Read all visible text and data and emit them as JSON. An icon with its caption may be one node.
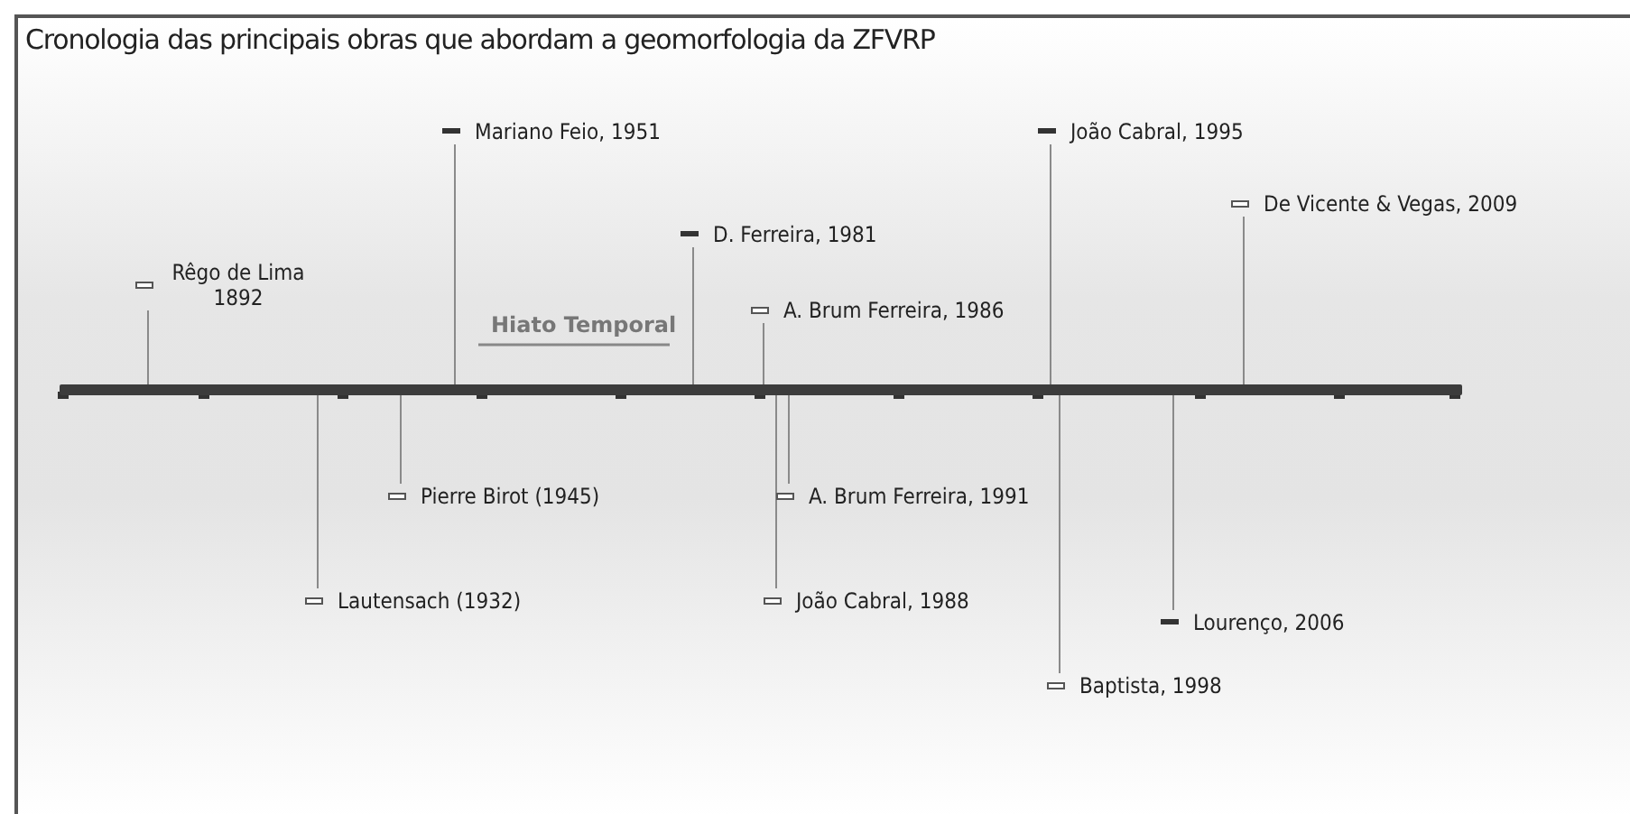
{
  "diagram": {
    "title": "Cronologia das principais obras que abordam a geomorfologia da ZFVRP",
    "nodes": [
      {
        "text": [],
        "shape": "bar"
      },
      {
        "text": [
          "Rêgo de Lima 1892"
        ]
      },
      {
        "text": [
          "Lautensach (1932)"
        ]
      },
      {
        "text": [
          "Pierre Birot (1945)"
        ]
      },
      {
        "text": [
          "Mariano Feio, 1951"
        ]
      },
      {
        "text": [
          "D. Ferreira, 1981"
        ]
      },
      {
        "text": [
          "A. Brum Ferreira, 1986"
        ]
      },
      {
        "text": [
          "João Cabral, 1988"
        ]
      },
      {
        "text": [
          "A. Brum Ferreira, 1991"
        ]
      },
      {
        "text": [
          "João Cabral, 1995"
        ]
      },
      {
        "text": [
          "Baptista, 1998"
        ]
      },
      {
        "text": [
          "Lourenço, 2006"
        ]
      },
      {
        "text": [
          "De Vicente & Vegas, 2009"
        ]
      }
    ],
    "edges": [
      {
        "from": 1,
        "to": 0,
        "arrow": "none"
      },
      {
        "from": 2,
        "to": 0,
        "arrow": "none"
      },
      {
        "from": 3,
        "to": 0,
        "arrow": "none"
      },
      {
        "from": 4,
        "to": 0,
        "arrow": "none"
      },
      {
        "from": 5,
        "to": 0,
        "arrow": "none"
      },
      {
        "from": 6,
        "to": 0,
        "arrow": "none"
      },
      {
        "from": 7,
        "to": 0,
        "arrow": "none"
      },
      {
        "from": 8,
        "to": 0,
        "arrow": "none"
      },
      {
        "from": 9,
        "to": 0,
        "arrow": "none"
      },
      {
        "from": 10,
        "to": 0,
        "arrow": "none"
      },
      {
        "from": 11,
        "to": 0,
        "arrow": "none"
      },
      {
        "from": 12,
        "to": 0,
        "arrow": "none"
      }
    ],
    "labels": [
      "Hiato Temporal"
    ]
  }
}
